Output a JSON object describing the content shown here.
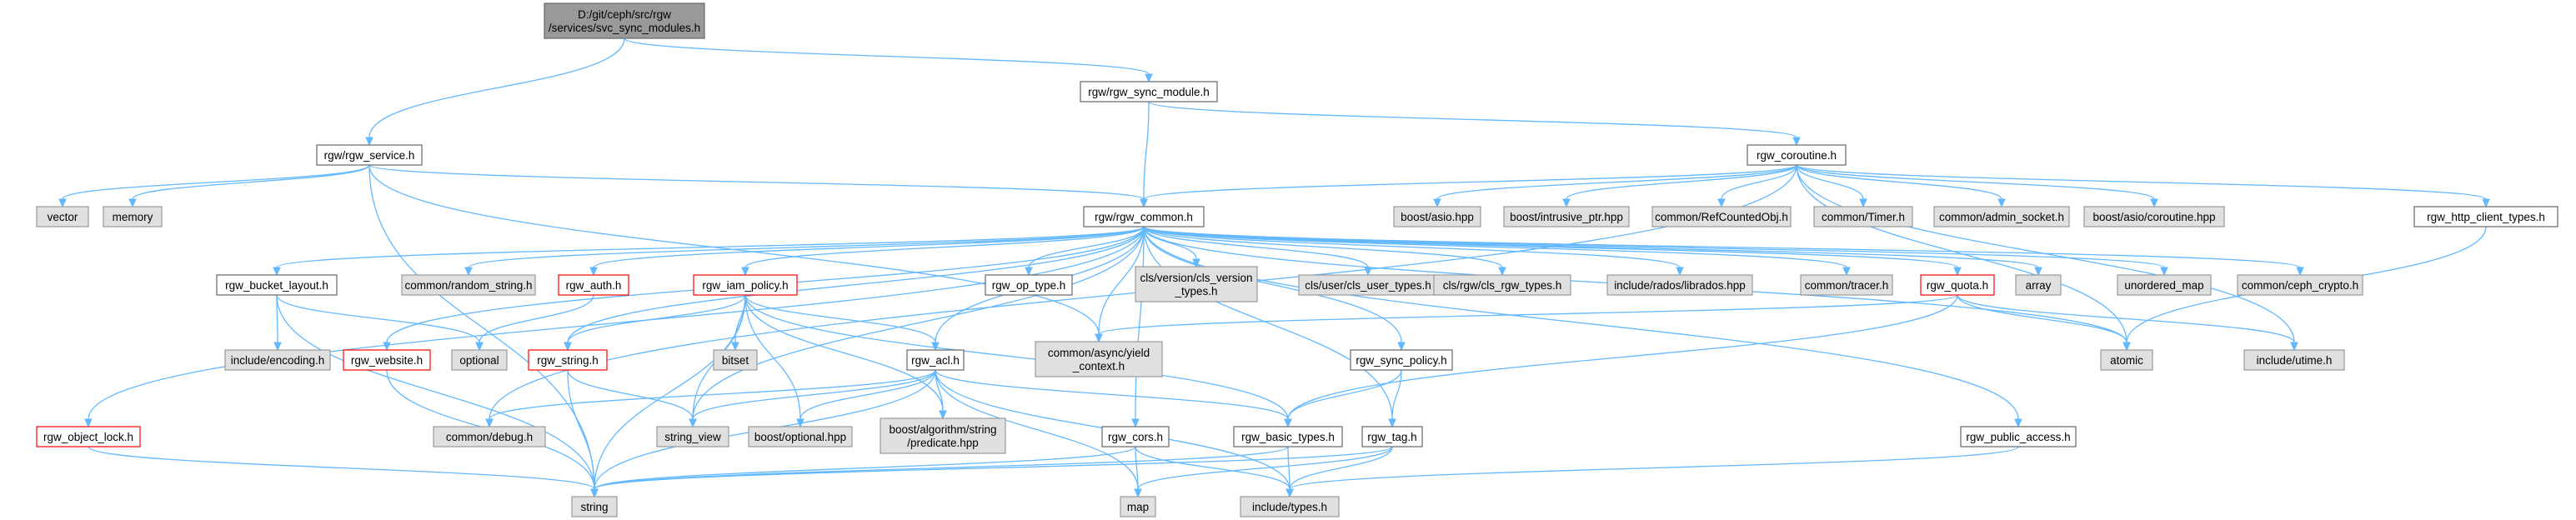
{
  "diagram": {
    "type": "include-dependency-graph",
    "colors": {
      "edge": "#63b8ff",
      "focus_fill": "#999999",
      "focus_border": "#666666",
      "file_fill": "#ffffff",
      "file_border": "#666666",
      "external_fill": "#e0e0e0",
      "external_border": "#999999",
      "truncated_border": "#ff0000"
    },
    "nodes": [
      {
        "id": "root",
        "lines": [
          "D:/git/ceph/src/rgw",
          "/services/svc_sync_modules.h"
        ],
        "kind": "focus"
      },
      {
        "id": "rgw_sync_module",
        "lines": [
          "rgw/rgw_sync_module.h"
        ],
        "kind": "file"
      },
      {
        "id": "rgw_service",
        "lines": [
          "rgw/rgw_service.h"
        ],
        "kind": "file"
      },
      {
        "id": "rgw_coroutine",
        "lines": [
          "rgw_coroutine.h"
        ],
        "kind": "file"
      },
      {
        "id": "vector",
        "lines": [
          "vector"
        ],
        "kind": "external"
      },
      {
        "id": "memory",
        "lines": [
          "memory"
        ],
        "kind": "external"
      },
      {
        "id": "rgw_common",
        "lines": [
          "rgw/rgw_common.h"
        ],
        "kind": "file"
      },
      {
        "id": "boost_asio",
        "lines": [
          "boost/asio.hpp"
        ],
        "kind": "external"
      },
      {
        "id": "boost_intrusive",
        "lines": [
          "boost/intrusive_ptr.hpp"
        ],
        "kind": "external"
      },
      {
        "id": "refcounted",
        "lines": [
          "common/RefCountedObj.h"
        ],
        "kind": "external"
      },
      {
        "id": "timer",
        "lines": [
          "common/Timer.h"
        ],
        "kind": "external"
      },
      {
        "id": "admin_socket",
        "lines": [
          "common/admin_socket.h"
        ],
        "kind": "external"
      },
      {
        "id": "asio_coroutine",
        "lines": [
          "boost/asio/coroutine.hpp"
        ],
        "kind": "external"
      },
      {
        "id": "http_client_types",
        "lines": [
          "rgw_http_client_types.h"
        ],
        "kind": "file"
      },
      {
        "id": "bucket_layout",
        "lines": [
          "rgw_bucket_layout.h"
        ],
        "kind": "file"
      },
      {
        "id": "random_string",
        "lines": [
          "common/random_string.h"
        ],
        "kind": "external"
      },
      {
        "id": "rgw_auth",
        "lines": [
          "rgw_auth.h"
        ],
        "kind": "truncated"
      },
      {
        "id": "iam_policy",
        "lines": [
          "rgw_iam_policy.h"
        ],
        "kind": "truncated"
      },
      {
        "id": "op_type",
        "lines": [
          "rgw_op_type.h"
        ],
        "kind": "file"
      },
      {
        "id": "cls_version",
        "lines": [
          "cls/version/cls_version",
          "_types.h"
        ],
        "kind": "external"
      },
      {
        "id": "cls_user",
        "lines": [
          "cls/user/cls_user_types.h"
        ],
        "kind": "external"
      },
      {
        "id": "cls_rgw",
        "lines": [
          "cls/rgw/cls_rgw_types.h"
        ],
        "kind": "external"
      },
      {
        "id": "librados",
        "lines": [
          "include/rados/librados.hpp"
        ],
        "kind": "external"
      },
      {
        "id": "tracer",
        "lines": [
          "common/tracer.h"
        ],
        "kind": "external"
      },
      {
        "id": "rgw_quota",
        "lines": [
          "rgw_quota.h"
        ],
        "kind": "truncated"
      },
      {
        "id": "array",
        "lines": [
          "array"
        ],
        "kind": "external"
      },
      {
        "id": "unordered_map",
        "lines": [
          "unordered_map"
        ],
        "kind": "external"
      },
      {
        "id": "ceph_crypto",
        "lines": [
          "common/ceph_crypto.h"
        ],
        "kind": "external"
      },
      {
        "id": "encoding",
        "lines": [
          "include/encoding.h"
        ],
        "kind": "external"
      },
      {
        "id": "optional",
        "lines": [
          "optional"
        ],
        "kind": "external"
      },
      {
        "id": "rgw_website",
        "lines": [
          "rgw_website.h"
        ],
        "kind": "truncated"
      },
      {
        "id": "rgw_string",
        "lines": [
          "rgw_string.h"
        ],
        "kind": "truncated"
      },
      {
        "id": "bitset",
        "lines": [
          "bitset"
        ],
        "kind": "external"
      },
      {
        "id": "rgw_acl",
        "lines": [
          "rgw_acl.h"
        ],
        "kind": "file"
      },
      {
        "id": "yield_context",
        "lines": [
          "common/async/yield",
          "_context.h"
        ],
        "kind": "external"
      },
      {
        "id": "sync_policy",
        "lines": [
          "rgw_sync_policy.h"
        ],
        "kind": "file"
      },
      {
        "id": "atomic",
        "lines": [
          "atomic"
        ],
        "kind": "external"
      },
      {
        "id": "utime",
        "lines": [
          "include/utime.h"
        ],
        "kind": "external"
      },
      {
        "id": "object_lock",
        "lines": [
          "rgw_object_lock.h"
        ],
        "kind": "truncated"
      },
      {
        "id": "debug",
        "lines": [
          "common/debug.h"
        ],
        "kind": "external"
      },
      {
        "id": "string_view",
        "lines": [
          "string_view"
        ],
        "kind": "external"
      },
      {
        "id": "boost_optional",
        "lines": [
          "boost/optional.hpp"
        ],
        "kind": "external"
      },
      {
        "id": "predicate",
        "lines": [
          "boost/algorithm/string",
          "/predicate.hpp"
        ],
        "kind": "external"
      },
      {
        "id": "rgw_cors",
        "lines": [
          "rgw_cors.h"
        ],
        "kind": "file"
      },
      {
        "id": "basic_types",
        "lines": [
          "rgw_basic_types.h"
        ],
        "kind": "file"
      },
      {
        "id": "rgw_tag",
        "lines": [
          "rgw_tag.h"
        ],
        "kind": "file"
      },
      {
        "id": "public_access",
        "lines": [
          "rgw_public_access.h"
        ],
        "kind": "file"
      },
      {
        "id": "string",
        "lines": [
          "string"
        ],
        "kind": "external"
      },
      {
        "id": "map",
        "lines": [
          "map"
        ],
        "kind": "external"
      },
      {
        "id": "types",
        "lines": [
          "include/types.h"
        ],
        "kind": "external"
      }
    ],
    "edges": [
      [
        "root",
        "rgw_sync_module"
      ],
      [
        "root",
        "rgw_service"
      ],
      [
        "rgw_sync_module",
        "rgw_coroutine"
      ],
      [
        "rgw_sync_module",
        "rgw_common"
      ],
      [
        "rgw_service",
        "vector"
      ],
      [
        "rgw_service",
        "memory"
      ],
      [
        "rgw_service",
        "rgw_common"
      ],
      [
        "rgw_service",
        "string"
      ],
      [
        "rgw_service",
        "yield_context"
      ],
      [
        "rgw_coroutine",
        "rgw_common"
      ],
      [
        "rgw_coroutine",
        "boost_asio"
      ],
      [
        "rgw_coroutine",
        "boost_intrusive"
      ],
      [
        "rgw_coroutine",
        "refcounted"
      ],
      [
        "rgw_coroutine",
        "timer"
      ],
      [
        "rgw_coroutine",
        "admin_socket"
      ],
      [
        "rgw_coroutine",
        "asio_coroutine"
      ],
      [
        "rgw_coroutine",
        "http_client_types"
      ],
      [
        "rgw_coroutine",
        "atomic"
      ],
      [
        "rgw_coroutine",
        "utime"
      ],
      [
        "rgw_coroutine",
        "debug"
      ],
      [
        "http_client_types",
        "atomic"
      ],
      [
        "rgw_common",
        "bucket_layout"
      ],
      [
        "rgw_common",
        "random_string"
      ],
      [
        "rgw_common",
        "rgw_auth"
      ],
      [
        "rgw_common",
        "iam_policy"
      ],
      [
        "rgw_common",
        "op_type"
      ],
      [
        "rgw_common",
        "cls_version"
      ],
      [
        "rgw_common",
        "cls_user"
      ],
      [
        "rgw_common",
        "cls_rgw"
      ],
      [
        "rgw_common",
        "librados"
      ],
      [
        "rgw_common",
        "tracer"
      ],
      [
        "rgw_common",
        "rgw_quota"
      ],
      [
        "rgw_common",
        "array"
      ],
      [
        "rgw_common",
        "unordered_map"
      ],
      [
        "rgw_common",
        "ceph_crypto"
      ],
      [
        "rgw_common",
        "rgw_website"
      ],
      [
        "rgw_common",
        "rgw_string"
      ],
      [
        "rgw_common",
        "rgw_acl"
      ],
      [
        "rgw_common",
        "yield_context"
      ],
      [
        "rgw_common",
        "sync_policy"
      ],
      [
        "rgw_common",
        "atomic"
      ],
      [
        "rgw_common",
        "object_lock"
      ],
      [
        "rgw_common",
        "string_view"
      ],
      [
        "rgw_common",
        "rgw_cors"
      ],
      [
        "rgw_common",
        "rgw_tag"
      ],
      [
        "rgw_common",
        "public_access"
      ],
      [
        "bucket_layout",
        "encoding"
      ],
      [
        "bucket_layout",
        "optional"
      ],
      [
        "bucket_layout",
        "string"
      ],
      [
        "rgw_auth",
        "optional"
      ],
      [
        "iam_policy",
        "bitset"
      ],
      [
        "iam_policy",
        "rgw_acl"
      ],
      [
        "iam_policy",
        "rgw_string"
      ],
      [
        "iam_policy",
        "string_view"
      ],
      [
        "iam_policy",
        "boost_optional"
      ],
      [
        "iam_policy",
        "predicate"
      ],
      [
        "iam_policy",
        "basic_types"
      ],
      [
        "iam_policy",
        "string"
      ],
      [
        "rgw_quota",
        "atomic"
      ],
      [
        "rgw_quota",
        "utime"
      ],
      [
        "rgw_quota",
        "yield_context"
      ],
      [
        "rgw_quota",
        "basic_types"
      ],
      [
        "rgw_website",
        "string"
      ],
      [
        "rgw_string",
        "string_view"
      ],
      [
        "rgw_string",
        "string"
      ],
      [
        "rgw_acl",
        "debug"
      ],
      [
        "rgw_acl",
        "string_view"
      ],
      [
        "rgw_acl",
        "boost_optional"
      ],
      [
        "rgw_acl",
        "predicate"
      ],
      [
        "rgw_acl",
        "basic_types"
      ],
      [
        "rgw_acl",
        "map"
      ],
      [
        "rgw_acl",
        "types"
      ],
      [
        "rgw_acl",
        "string"
      ],
      [
        "sync_policy",
        "basic_types"
      ],
      [
        "sync_policy",
        "rgw_tag"
      ],
      [
        "object_lock",
        "string"
      ],
      [
        "rgw_cors",
        "string"
      ],
      [
        "rgw_cors",
        "map"
      ],
      [
        "rgw_cors",
        "types"
      ],
      [
        "basic_types",
        "string"
      ],
      [
        "basic_types",
        "types"
      ],
      [
        "rgw_tag",
        "string"
      ],
      [
        "rgw_tag",
        "map"
      ],
      [
        "rgw_tag",
        "types"
      ],
      [
        "public_access",
        "types"
      ]
    ]
  }
}
